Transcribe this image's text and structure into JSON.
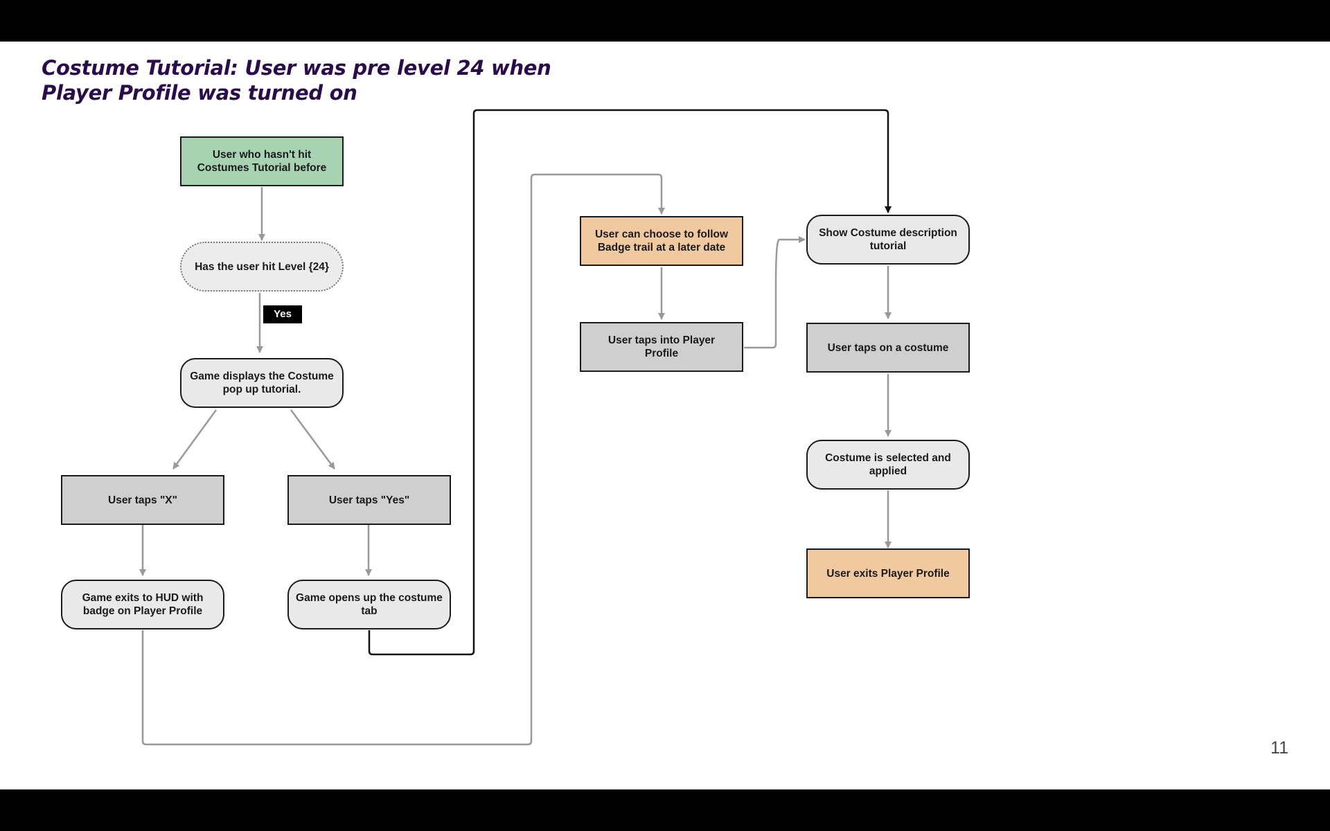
{
  "slide": {
    "title_lines": [
      "Costume Tutorial: User was pre level 24 when",
      "Player Profile was turned on"
    ],
    "page_number": "11"
  },
  "colors": {
    "start_fill": "#a8d3b2",
    "highlight_fill": "#f0c9a0",
    "action_fill": "#cfcfcf",
    "state_fill": "#e9e9e9",
    "connector": "#999999",
    "title": "#2a0c4a"
  },
  "nodes": {
    "start": {
      "lines": [
        "User who hasn't hit",
        "Costumes Tutorial before"
      ]
    },
    "level_check": {
      "lines": [
        "Has the user hit Level {24}"
      ]
    },
    "popup": {
      "lines": [
        "Game displays the Costume",
        "pop up tutorial."
      ]
    },
    "taps_x": {
      "lines": [
        "User taps \"X\""
      ]
    },
    "taps_yes": {
      "lines": [
        "User taps \"Yes\""
      ]
    },
    "exit_hud": {
      "lines": [
        "Game exits to HUD with",
        "badge on Player Profile"
      ]
    },
    "opens_tab": {
      "lines": [
        "Game opens up the costume",
        "tab"
      ]
    },
    "badge_trail": {
      "lines": [
        "User can choose to follow",
        "Badge trail at a later date"
      ]
    },
    "taps_profile": {
      "lines": [
        "User taps into Player",
        "Profile"
      ]
    },
    "show_desc": {
      "lines": [
        "Show Costume description",
        "tutorial"
      ]
    },
    "taps_costume": {
      "lines": [
        "User taps on a costume"
      ]
    },
    "selected": {
      "lines": [
        "Costume is selected and",
        "applied"
      ]
    },
    "exits_profile": {
      "lines": [
        "User exits Player Profile"
      ]
    }
  },
  "edge_labels": {
    "yes": "Yes"
  }
}
